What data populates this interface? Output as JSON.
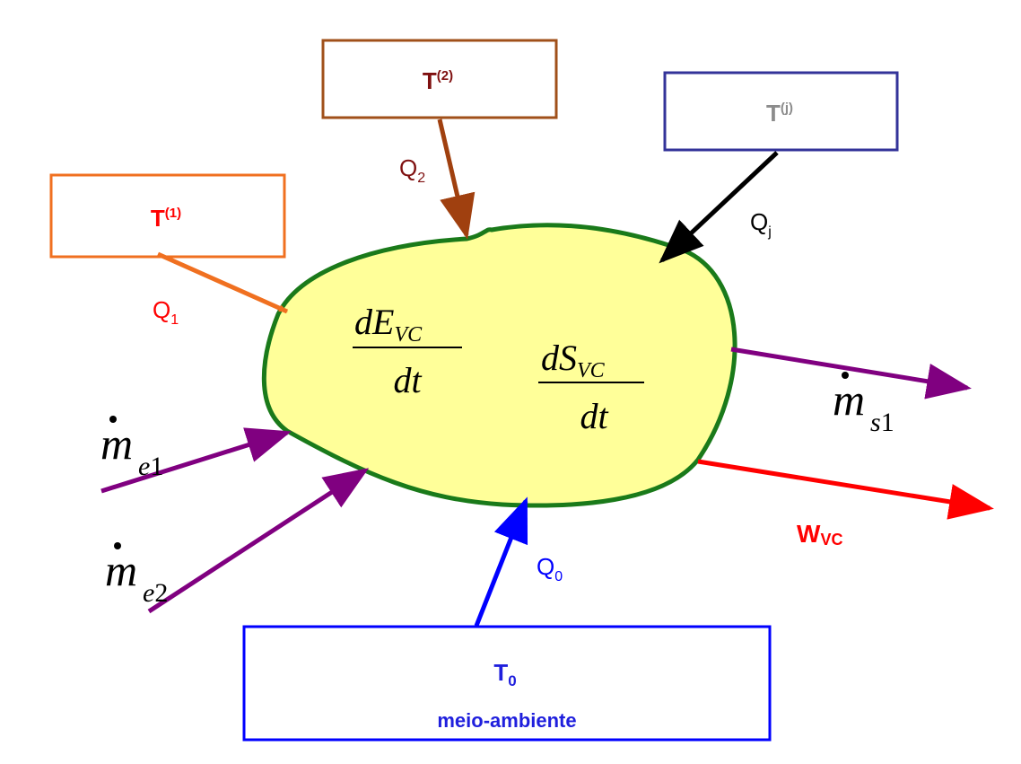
{
  "reservoirs": {
    "t1": {
      "base": "T",
      "sup": "(1)",
      "color": "#FF0000",
      "border": "#F07020"
    },
    "t2": {
      "base": "T",
      "sup": "(2)",
      "color": "#7F1010",
      "border": "#A0501A"
    },
    "tj": {
      "base": "T",
      "sup": "(j)",
      "color": "#8C8C8C",
      "border": "#333399"
    },
    "t0": {
      "base": "T",
      "sub": "0",
      "caption": "meio-ambiente",
      "color": "#1F1FDD",
      "border": "#0000FF"
    }
  },
  "heat": {
    "q1": {
      "base": "Q",
      "sub": "1",
      "color": "#FF0000"
    },
    "q2": {
      "base": "Q",
      "sub": "2",
      "color": "#7F1010"
    },
    "qj": {
      "base": "Q",
      "sub": "j",
      "color": "#000000"
    },
    "q0": {
      "base": "Q",
      "sub": "0",
      "color": "#0000FF"
    }
  },
  "work": {
    "base": "W",
    "sub": "VC",
    "color": "#FF0000"
  },
  "control_volume": {
    "fill": "#FFFF99",
    "border": "#1A7A1A",
    "energy": {
      "num_d": "d",
      "num_var": "E",
      "num_sub": "VC",
      "den": "dt"
    },
    "entropy": {
      "num_d": "d",
      "num_var": "S",
      "num_sub": "VC",
      "den": "dt"
    }
  },
  "mass_flows": {
    "e1": {
      "var": "m",
      "sub_letter": "e",
      "sub_num": "1"
    },
    "e2": {
      "var": "m",
      "sub_letter": "e",
      "sub_num": "2"
    },
    "s1": {
      "var": "m",
      "sub_letter": "s",
      "sub_num": "1"
    }
  },
  "colors": {
    "mass": "#800080",
    "black": "#000000",
    "heat2": "#A0400F",
    "heat1": "#F07020"
  }
}
